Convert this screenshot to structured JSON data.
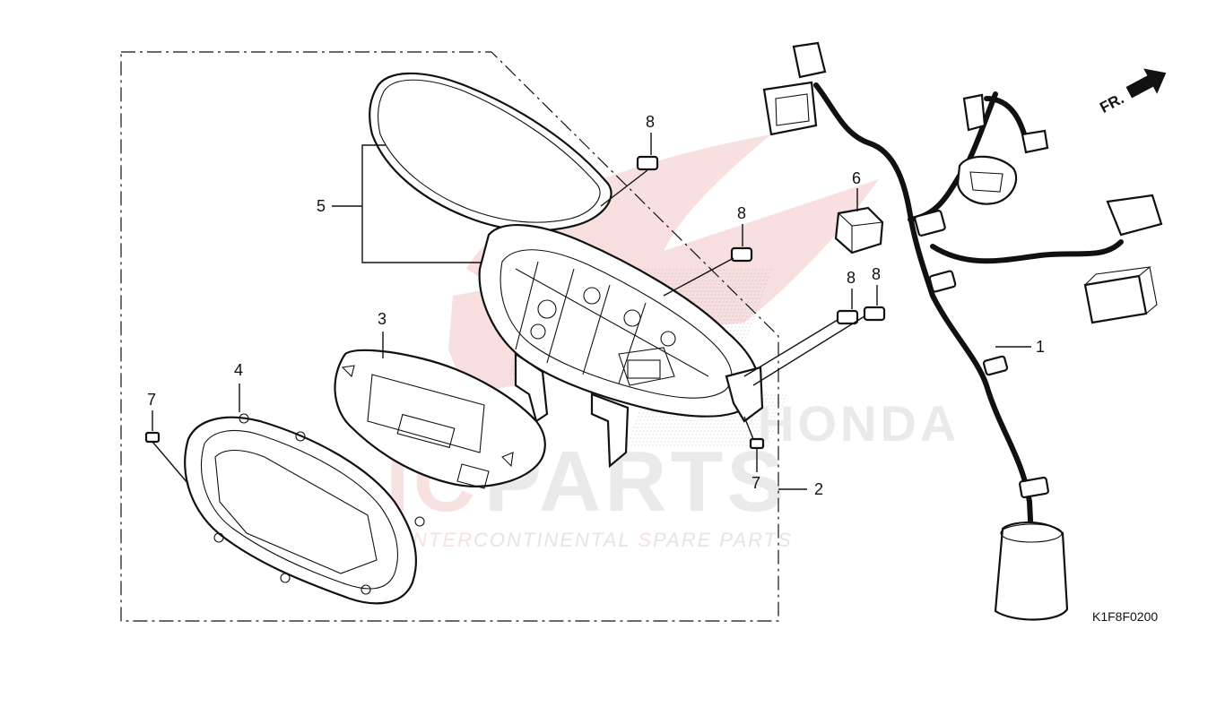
{
  "diagram": {
    "drawing_code": "K1F8F0200",
    "direction_label": "FR.",
    "callouts": {
      "harness": "1",
      "meter_case": "2",
      "meter_panel": "3",
      "meter_lens": "4",
      "gasket": "5",
      "switch": "6",
      "screw_left": "7",
      "screw_right": "7",
      "bolt_a": "8",
      "bolt_b": "8",
      "bolt_c": "8",
      "bolt_d": "8"
    },
    "watermark": {
      "brand_tail": "PARTS",
      "brand_prefix": "IC",
      "tagline_parts": [
        "INTER",
        "CONTINENTAL ",
        "S",
        "PARE PARTS"
      ],
      "honda": "HONDA"
    }
  },
  "colors": {
    "ink": "#111111",
    "watermark_gray": "#d9d9d9",
    "watermark_red": "#e85a5a"
  }
}
